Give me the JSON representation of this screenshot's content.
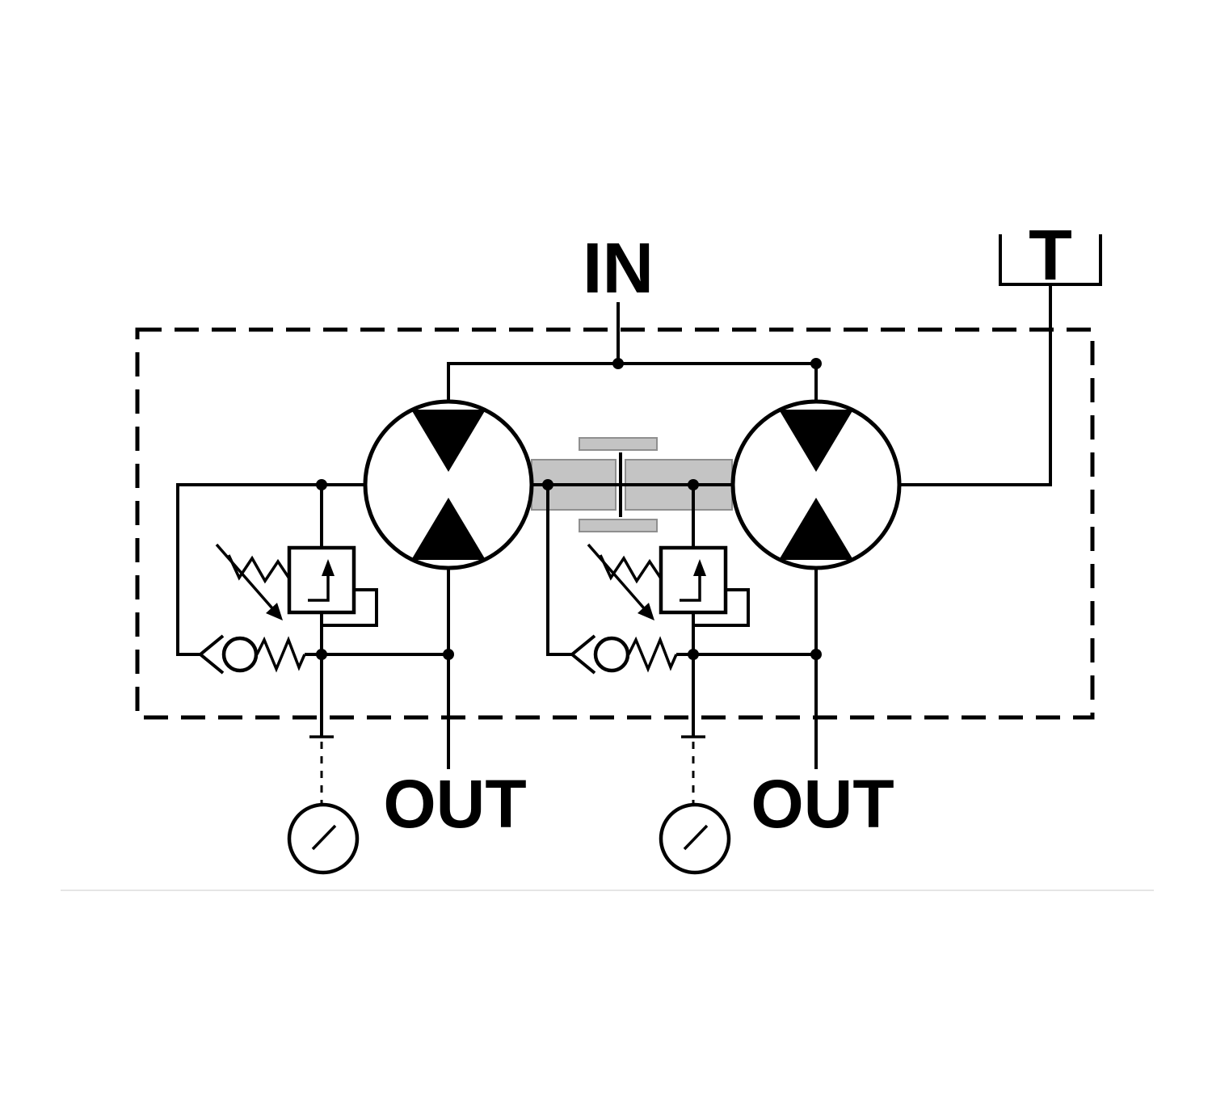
{
  "diagram": {
    "type": "hydraulic-flow-divider-schematic",
    "ports": {
      "inlet": "IN",
      "tank": "T",
      "outlet_left": "OUT",
      "outlet_right": "OUT"
    },
    "colors": {
      "line": "#000000",
      "shaft_fill": "#c4c4c4",
      "shaft_stroke": "#8f8f8f",
      "background": "#ffffff",
      "footer_divider": "#e5e5e5"
    }
  }
}
